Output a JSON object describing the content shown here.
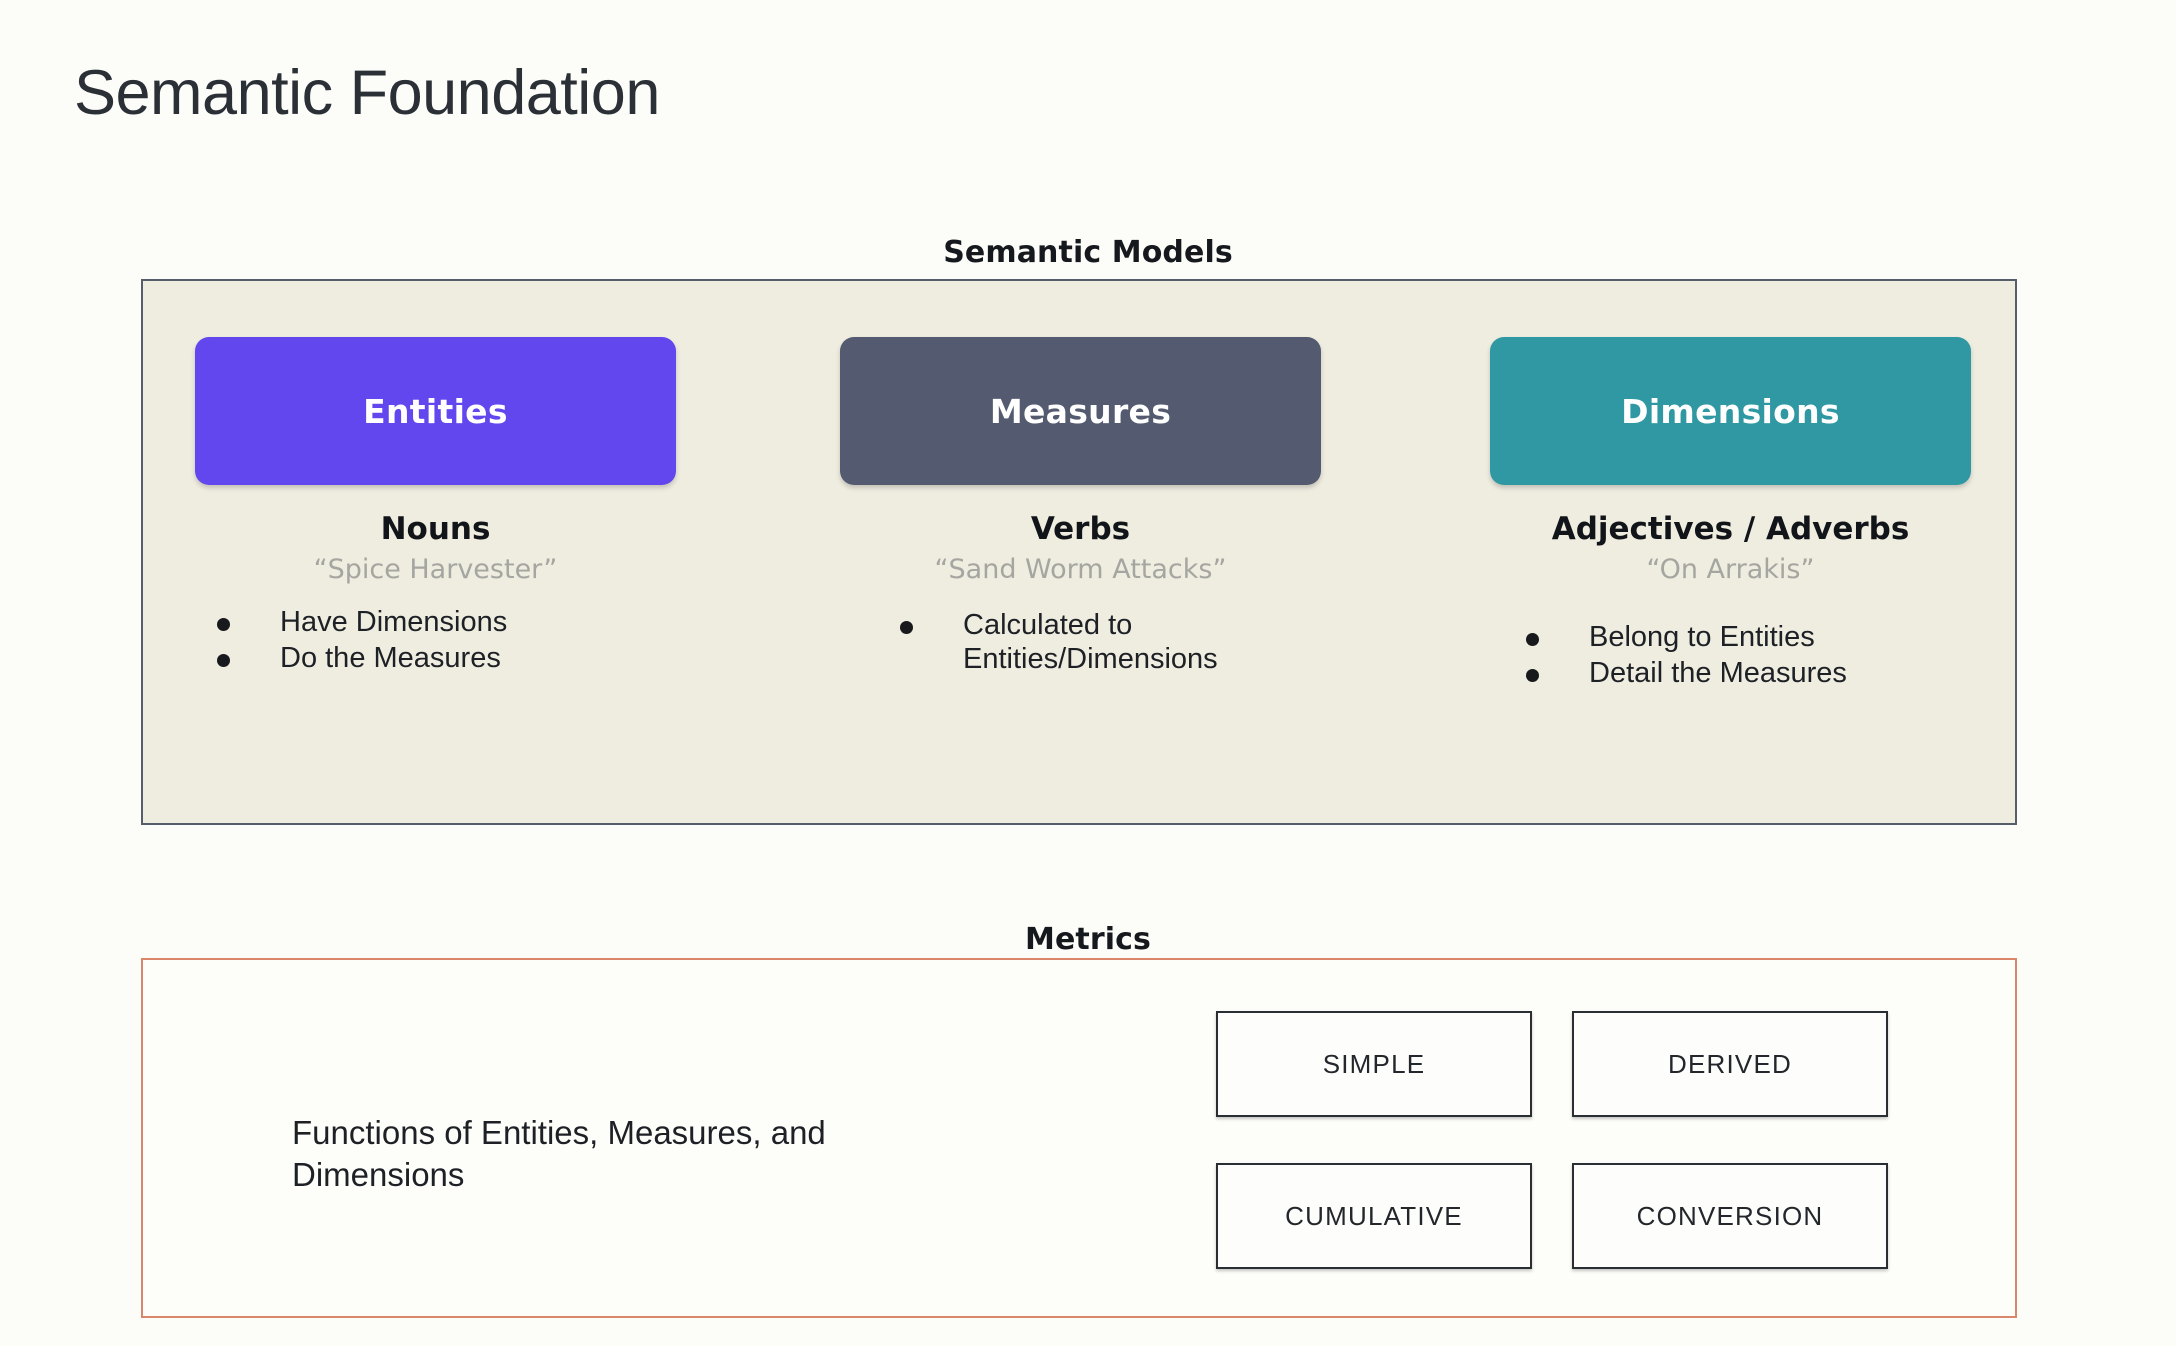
{
  "page": {
    "title": "Semantic Foundation",
    "background_color": "#fcfcf9"
  },
  "semantic_models": {
    "caption": "Semantic Models",
    "panel_fill": "#efece0",
    "panel_border": "#585e69",
    "columns": [
      {
        "chip_label": "Entities",
        "chip_color": "#6247ee",
        "part_of_speech": "Nouns",
        "example": "“Spice Harvester”",
        "bullets": [
          "Have Dimensions",
          "Do the Measures"
        ]
      },
      {
        "chip_label": "Measures",
        "chip_color": "#545b70",
        "part_of_speech": "Verbs",
        "example": "“Sand Worm Attacks”",
        "bullets": [
          "Calculated to Entities/Dimensions"
        ]
      },
      {
        "chip_label": "Dimensions",
        "chip_color": "#2f98a3",
        "part_of_speech": "Adjectives / Adverbs",
        "example": "“On Arrakis”",
        "bullets": [
          "Belong to Entities",
          "Detail the Measures"
        ]
      }
    ]
  },
  "metrics": {
    "caption": "Metrics",
    "panel_border": "#d9866a",
    "panel_fill": "#fdfdfa",
    "description": "Functions of Entities, Measures, and Dimensions",
    "types": [
      "SIMPLE",
      "DERIVED",
      "CUMULATIVE",
      "CONVERSION"
    ]
  }
}
